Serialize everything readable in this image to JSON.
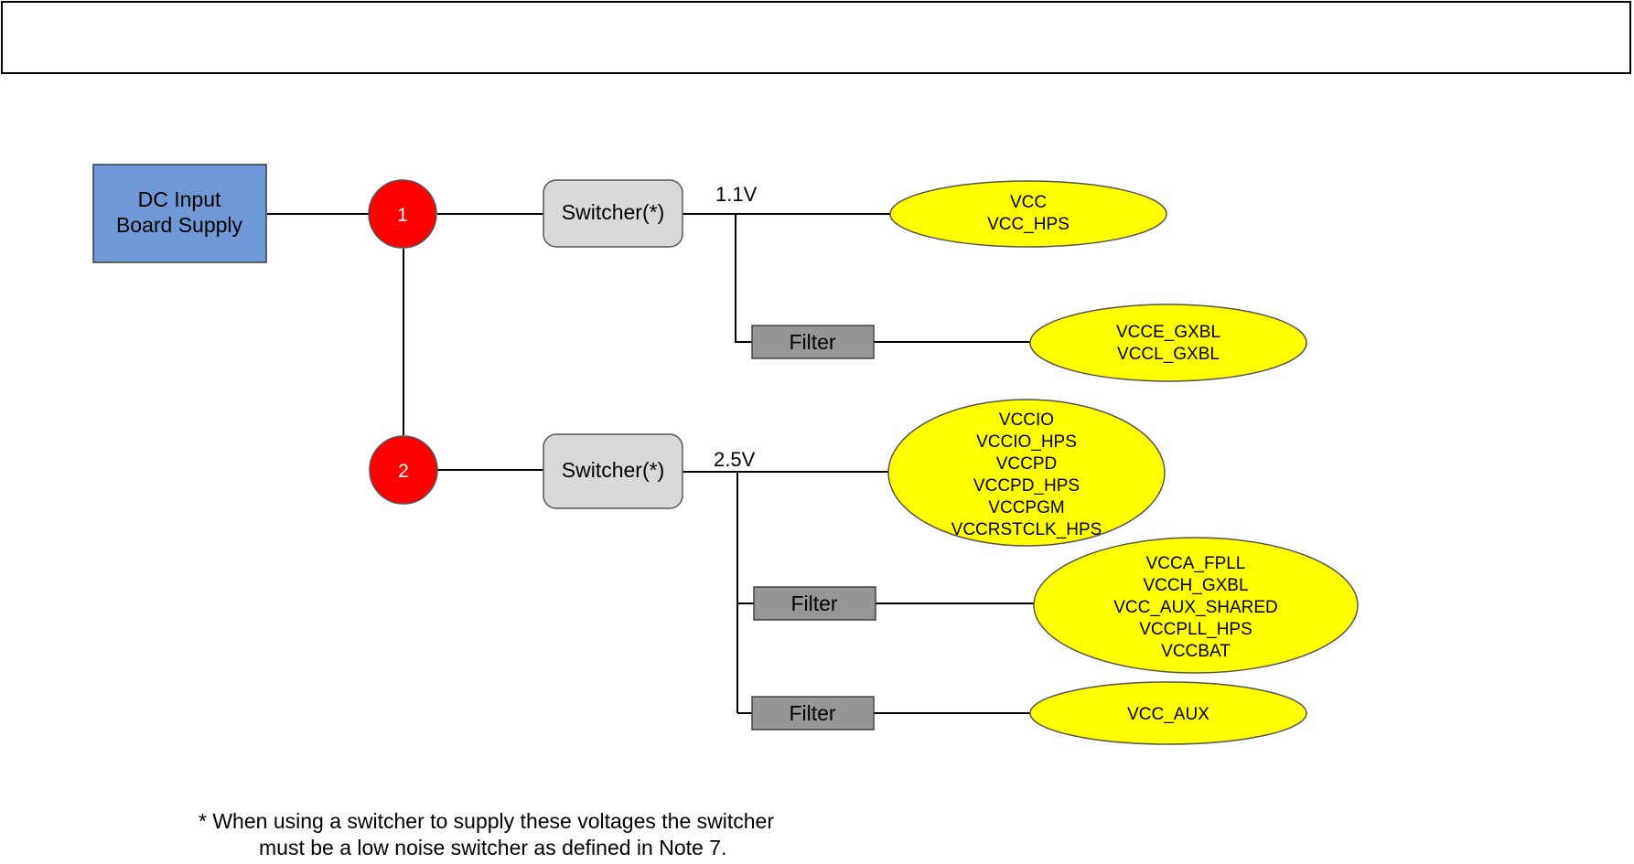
{
  "header": {
    "title": ""
  },
  "source": {
    "line1": "DC Input",
    "line2": "Board Supply"
  },
  "nodes": [
    {
      "id": "1",
      "label": "1"
    },
    {
      "id": "2",
      "label": "2"
    }
  ],
  "switchers": [
    {
      "label": "Switcher(*)",
      "voltage": "1.1V"
    },
    {
      "label": "Switcher(*)",
      "voltage": "2.5V"
    }
  ],
  "filters": [
    {
      "label": "Filter"
    },
    {
      "label": "Filter"
    },
    {
      "label": "Filter"
    }
  ],
  "rails": {
    "r1": [
      "VCC",
      "VCC_HPS"
    ],
    "r2": [
      "VCCE_GXBL",
      "VCCL_GXBL"
    ],
    "r3": [
      "VCCIO",
      "VCCIO_HPS",
      "VCCPD",
      "VCCPD_HPS",
      "VCCPGM",
      "VCCRSTCLK_HPS"
    ],
    "r4": [
      "VCCA_FPLL",
      "VCCH_GXBL",
      "VCC_AUX_SHARED",
      "VCCPLL_HPS",
      "VCCBAT"
    ],
    "r5": [
      "VCC_AUX"
    ]
  },
  "footnote": {
    "line1": "* When using a switcher to supply these voltages the switcher",
    "line2": "must be a low noise switcher as defined in Note 7."
  },
  "colors": {
    "source_fill": "#6f98d8",
    "node_fill": "#ff0000",
    "switcher_fill": "#d9d9d9",
    "filter_fill": "#969696",
    "rail_fill": "#ffff00"
  }
}
